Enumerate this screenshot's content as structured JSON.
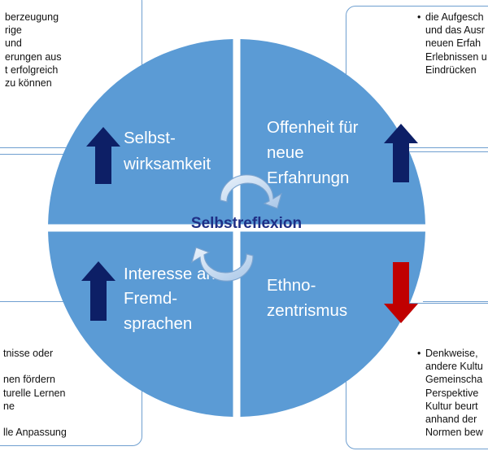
{
  "center_label": "Selbstreflexion",
  "quadrants": {
    "top_left": {
      "lines": [
        "Selbst-",
        "wirksamkeit"
      ],
      "arrow": "up"
    },
    "top_right": {
      "lines": [
        "Offenheit für",
        "neue",
        "Erfahrungn"
      ],
      "arrow": "up"
    },
    "bottom_left": {
      "lines": [
        "Interesse an",
        "Fremd-",
        "sprachen"
      ],
      "arrow": "up"
    },
    "bottom_right": {
      "lines": [
        "Ethno-",
        "zentrismus"
      ],
      "arrow": "down"
    }
  },
  "notes": {
    "top_left": [
      "berzeugung",
      "rige",
      "und",
      "erungen aus",
      "t erfolgreich",
      "zu können"
    ],
    "top_right": [
      "die Aufgesch",
      "und das Ausr",
      "neuen Erfah",
      "Erlebnissen u",
      "Eindrücken"
    ],
    "bottom_left": [
      "tnisse oder",
      "",
      "nen fördern",
      "turelle Lernen",
      "ne",
      "",
      "lle Anpassung"
    ],
    "bottom_right": [
      "Denkweise,",
      "andere Kultu",
      "Gemeinscha",
      "Perspektive",
      "Kultur beurt",
      "anhand der",
      "Normen bew"
    ]
  },
  "colors": {
    "quadrant_fill": "#5b9bd5",
    "arrow_up": "#0d1f66",
    "arrow_down": "#c00000",
    "center_text": "#1f2f86",
    "box_border": "#6f9fd0"
  }
}
